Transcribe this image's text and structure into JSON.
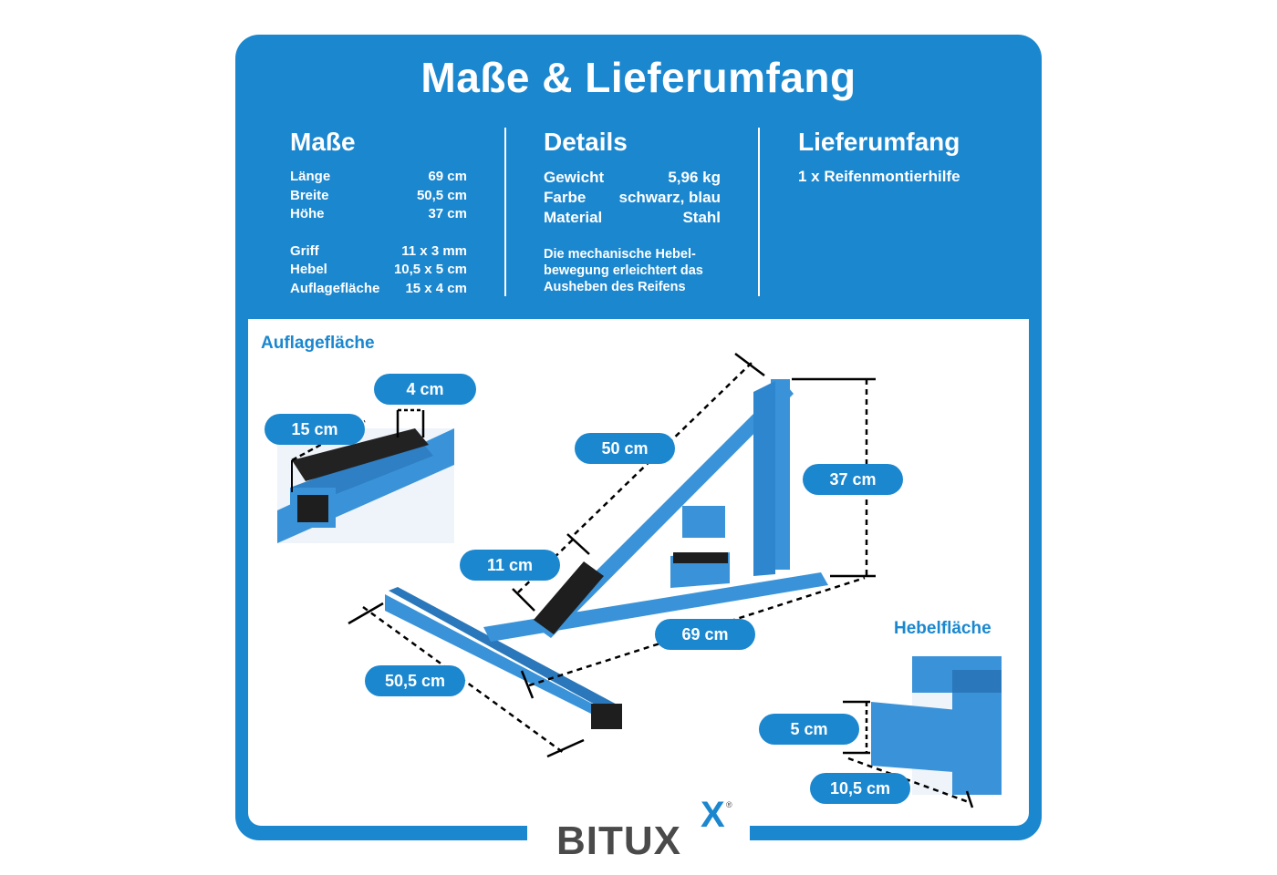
{
  "header": {
    "title": "Maße & Lieferumfang"
  },
  "masse": {
    "heading": "Maße",
    "rows": [
      {
        "label": "Länge",
        "value": "69 cm"
      },
      {
        "label": "Breite",
        "value": "50,5 cm"
      },
      {
        "label": "Höhe",
        "value": "37 cm"
      }
    ],
    "rows2": [
      {
        "label": "Griff",
        "value": "11 x 3 mm"
      },
      {
        "label": "Hebel",
        "value": "10,5 x 5 cm"
      },
      {
        "label": "Auflagefläche",
        "value": "15 x 4 cm"
      }
    ]
  },
  "details": {
    "heading": "Details",
    "rows": [
      {
        "label": "Gewicht",
        "value": "5,96 kg"
      },
      {
        "label": "Farbe",
        "value": "schwarz, blau"
      },
      {
        "label": "Material",
        "value": "Stahl"
      }
    ],
    "description": "Die mechanische Hebel-bewegung erleichtert das Ausheben des Reifens"
  },
  "lieferumfang": {
    "heading": "Lieferumfang",
    "item": "1 x Reifenmontierhilfe"
  },
  "labels": {
    "auflageflaeche": "Auflagefläche",
    "hebelflaeche": "Hebelfläche"
  },
  "dimensions": {
    "d4": "4 cm",
    "d15": "15 cm",
    "d50": "50 cm",
    "d37": "37 cm",
    "d11": "11 cm",
    "d69": "69 cm",
    "d505": "50,5 cm",
    "d5": "5 cm",
    "d105": "10,5 cm"
  },
  "brand": {
    "name": "BITUX",
    "mark": "X",
    "registered": "®"
  },
  "colors": {
    "accent": "#1b87cf",
    "tool_blue": "#3a93d8",
    "dark": "#1e1e1e"
  }
}
